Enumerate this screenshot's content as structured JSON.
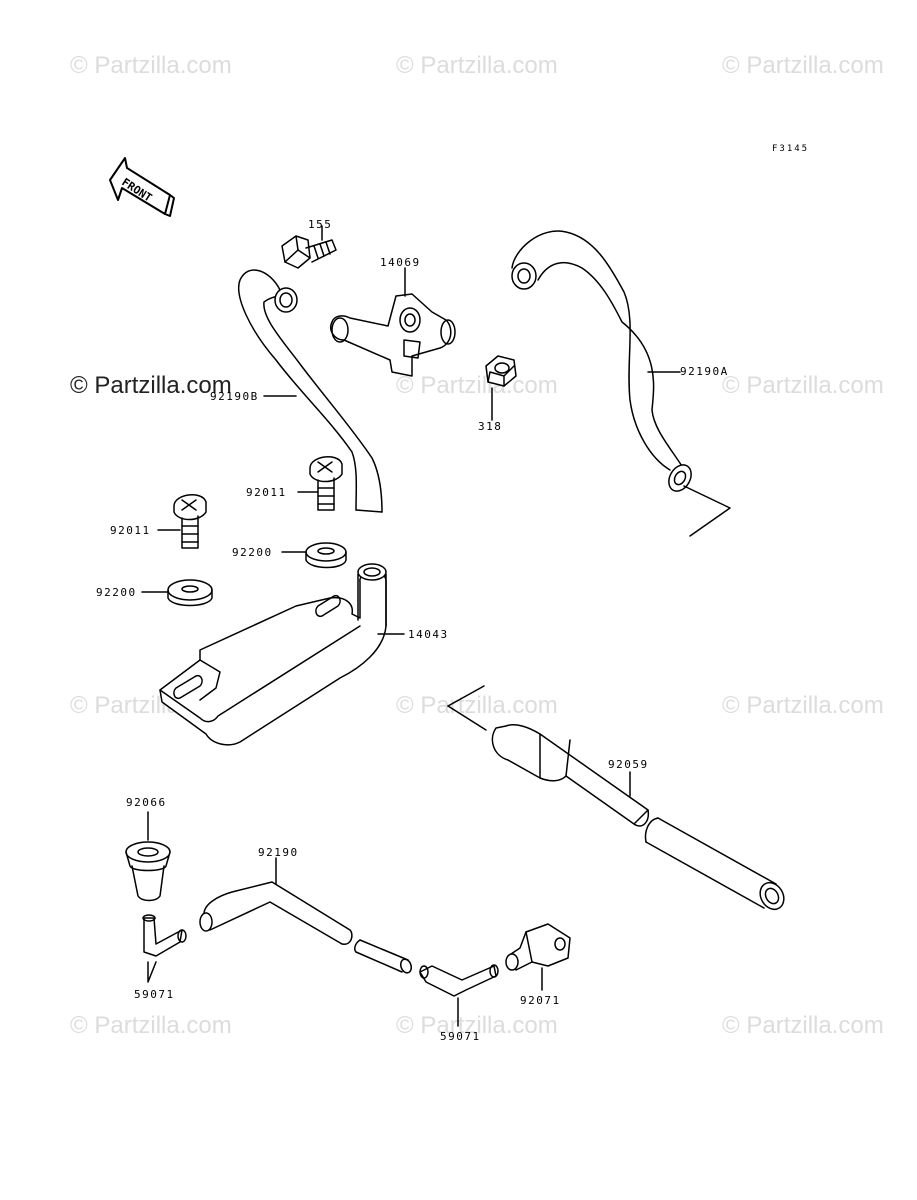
{
  "figure_id": "F3145",
  "front_label": "FRONT",
  "watermark": "© Partzilla.com",
  "parts": {
    "p155": "155",
    "p14069": "14069",
    "p92190A": "92190A",
    "p92190B": "92190B",
    "p318": "318",
    "p92011_upper": "92011",
    "p92011_lower": "92011",
    "p92200_upper": "92200",
    "p92200_lower": "92200",
    "p14043": "14043",
    "p92059": "92059",
    "p92066": "92066",
    "p92190": "92190",
    "p59071_left": "59071",
    "p59071_right": "59071",
    "p92071": "92071"
  }
}
